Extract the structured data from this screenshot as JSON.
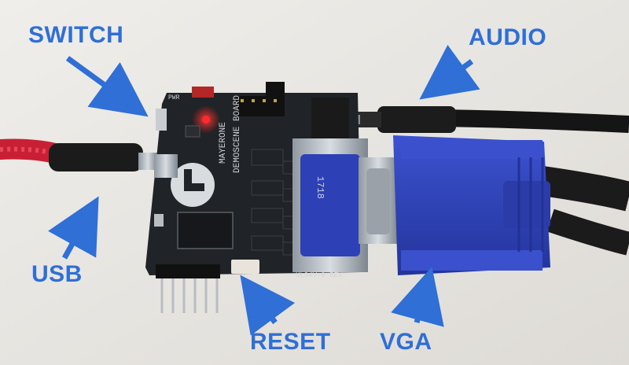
{
  "labels": {
    "switch": "SWITCH",
    "audio": "AUDIO",
    "usb": "USB",
    "reset": "RESET",
    "vga": "VGA"
  },
  "board": {
    "title_line1": "MAYERONE",
    "title_line2": "DEMOSCENE BOARD",
    "pwr": "PWR",
    "vga_mark": "1718",
    "ul_mark": "UL94V-0 REV"
  },
  "colors": {
    "label_blue": "#2f6fd6",
    "board": "#202327",
    "vga_blue": "#2f43b8",
    "usb_cable": "#d3283c",
    "led": "#ff2a2a"
  },
  "icons": [
    "arrow-icon"
  ]
}
